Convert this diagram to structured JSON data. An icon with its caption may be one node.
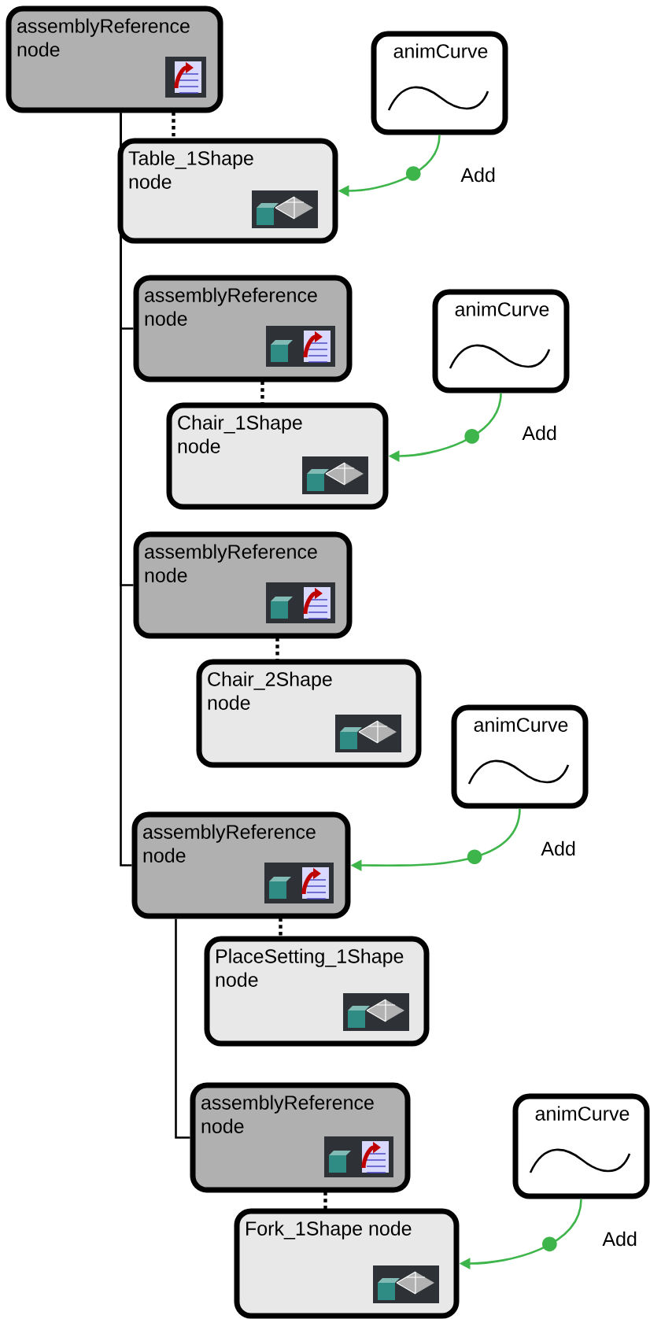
{
  "diagram": {
    "nodes": [
      {
        "text": [
          "assemblyReference node"
        ]
      },
      {
        "text": [
          "animCurve"
        ]
      },
      {
        "text": [
          "Table_1Shape node"
        ]
      },
      {
        "text": [
          "assemblyReference node"
        ]
      },
      {
        "text": [
          "animCurve"
        ]
      },
      {
        "text": [
          "Chair_1Shape node"
        ]
      },
      {
        "text": [
          "assemblyReference node"
        ]
      },
      {
        "text": [
          "Chair_2Shape node"
        ]
      },
      {
        "text": [
          "animCurve"
        ]
      },
      {
        "text": [
          "assemblyReference node"
        ]
      },
      {
        "text": [
          "PlaceSetting_1Shape node"
        ]
      },
      {
        "text": [
          "assemblyReference node"
        ]
      },
      {
        "text": [
          "animCurve"
        ]
      },
      {
        "text": [
          "Fork_1Shape node"
        ]
      }
    ],
    "edges": [
      {
        "from": 0,
        "to": 2,
        "arrow": "none",
        "style": "dashed"
      },
      {
        "from": 0,
        "to": 3,
        "arrow": "none"
      },
      {
        "from": 0,
        "to": 6,
        "arrow": "none"
      },
      {
        "from": 0,
        "to": 9,
        "arrow": "none"
      },
      {
        "from": 1,
        "to": 2,
        "arrow": "to",
        "label": "Add",
        "color": "#3db54a"
      },
      {
        "from": 3,
        "to": 5,
        "arrow": "none",
        "style": "dashed"
      },
      {
        "from": 4,
        "to": 5,
        "arrow": "to",
        "label": "Add",
        "color": "#3db54a"
      },
      {
        "from": 6,
        "to": 7,
        "arrow": "none",
        "style": "dashed"
      },
      {
        "from": 8,
        "to": 9,
        "arrow": "to",
        "label": "Add",
        "color": "#3db54a"
      },
      {
        "from": 9,
        "to": 10,
        "arrow": "none",
        "style": "dashed"
      },
      {
        "from": 9,
        "to": 11,
        "arrow": "none"
      },
      {
        "from": 11,
        "to": 13,
        "arrow": "none",
        "style": "dashed"
      },
      {
        "from": 12,
        "to": 13,
        "arrow": "to",
        "label": "Add",
        "color": "#3db54a"
      }
    ]
  }
}
